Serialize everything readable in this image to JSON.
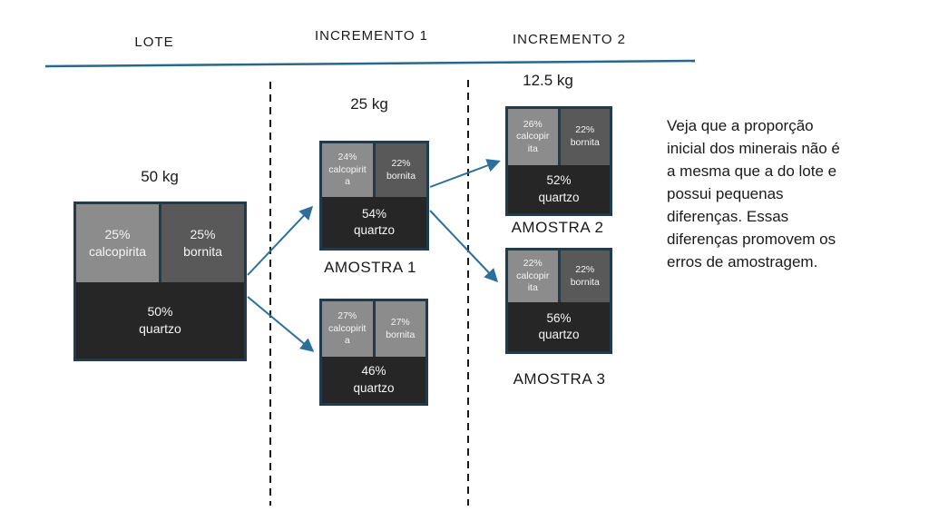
{
  "headers": {
    "lote": "LOTE",
    "incremento1": "INCREMENTO 1",
    "incremento2": "INCREMENTO 2"
  },
  "lote": {
    "weight": "50 kg",
    "calcopirita": "25%\ncalcopirita",
    "bornita": "25%\nbornita",
    "quartzo": "50%\nquartzo"
  },
  "amostra1": {
    "weight": "25 kg",
    "calcopirita": "24%\ncalcopirit\na",
    "bornita": "22%\nbornita",
    "quartzo": "54%\nquartzo",
    "label": "AMOSTRA 1"
  },
  "increment1_lower": {
    "calcopirita": "27%\ncalcopirit\na",
    "bornita": "27%\nbornita",
    "quartzo": "46%\nquartzo"
  },
  "amostra2": {
    "weight": "12.5 kg",
    "calcopirita": "26%\ncalcopir\nita",
    "bornita": "22%\nbornita",
    "quartzo": "52%\nquartzo",
    "label": "AMOSTRA 2"
  },
  "amostra3": {
    "calcopirita": "22%\ncalcopir\nita",
    "bornita": "22%\nbornita",
    "quartzo": "56%\nquartzo",
    "label": "AMOSTRA 3"
  },
  "note": "Veja que a proporção\ninicial dos minerais não é\na mesma que a do lote e\npossui pequenas\ndiferenças. Essas\ndiferenças promovem os\nerros de amostragem.",
  "colors": {
    "cell_light_gray": "#8C8C8C",
    "cell_dark_gray": "#595959",
    "quartzo_dark": "#262626",
    "box_border": "#1F3B4D",
    "arrow_teal": "#2C6F9B",
    "header_line_teal": "#26688F",
    "dashed_black": "#1A1A1A",
    "text_dark": "#1A1A1A",
    "cell_text": "#F5F5F5"
  }
}
